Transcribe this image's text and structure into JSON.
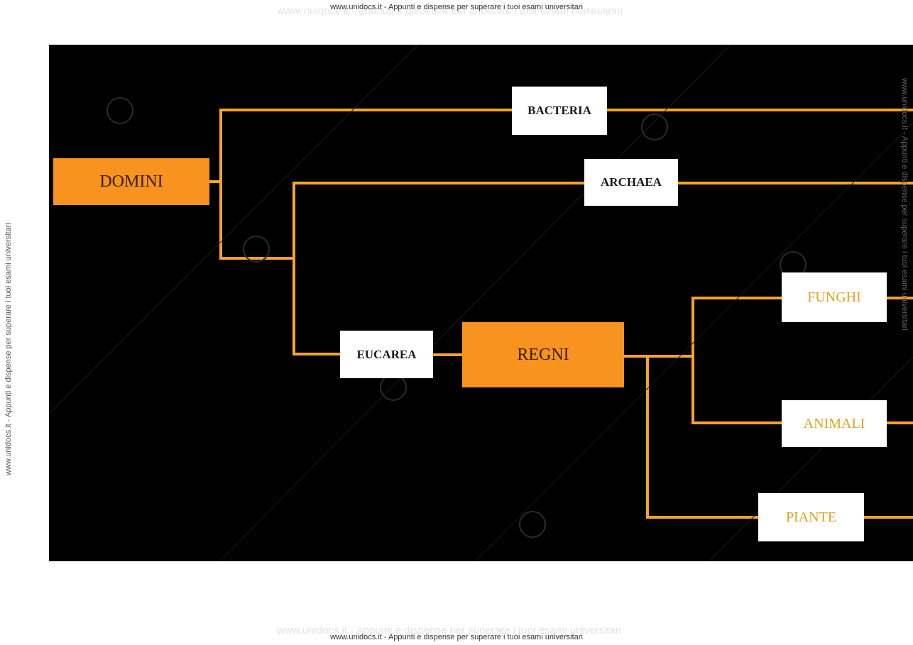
{
  "watermark": {
    "top": "www.unidocs.it - Appunti e dispense per superare i tuoi esami universitari",
    "bottom": "www.unidocs.it - Appunti e dispense per superare i tuoi esami universitari",
    "left": "www.unidocs.it - Appunti e dispense per superare i tuoi esami universitari",
    "right": "www.unidocs.it - Appunti e dispense per superare i tuoi esami universitari"
  },
  "diagram": {
    "nodes": {
      "domini": "DOMINI",
      "bacteria": "BACTERIA",
      "archaea": "ARCHAEA",
      "eucarea": "EUCAREA",
      "regni": "REGNI",
      "funghi": "FUNGHI",
      "animali": "ANIMALI",
      "piante": "PIANTE"
    },
    "colors": {
      "background": "#000000",
      "connector": "#f7a32b",
      "highlight_node": "#f7931e",
      "plain_node": "#ffffff",
      "kingdom_text": "#e0a31e"
    }
  }
}
